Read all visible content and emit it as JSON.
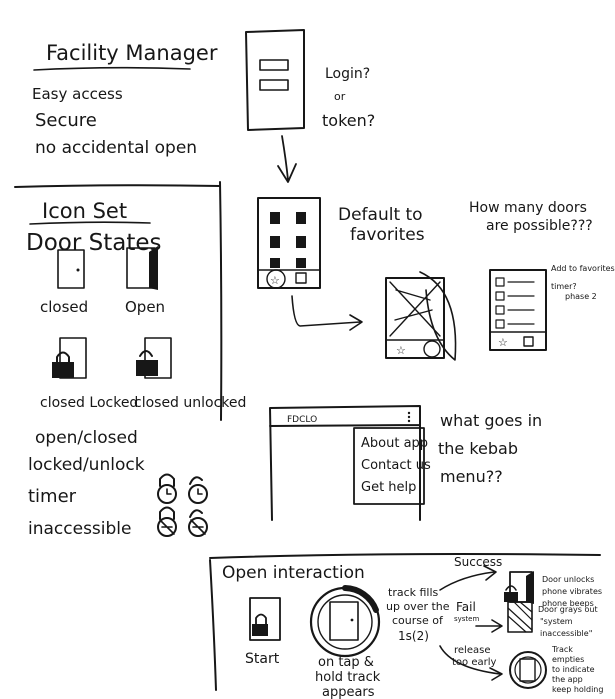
{
  "title": "Facility Manager",
  "goals": [
    "Easy access",
    "Secure",
    "no accidental open"
  ],
  "icon_set": {
    "heading_line1": "Icon Set",
    "heading_line2": "Door States",
    "states": [
      "closed",
      "Open",
      "closed Locked",
      "closed unlocked"
    ],
    "state_list": [
      "open/closed",
      "locked/unlock",
      "timer",
      "inaccessible"
    ]
  },
  "login": {
    "note_line1": "Login?",
    "note_line2": "or",
    "note_line3": "token?"
  },
  "favorites": {
    "note_line1": "Default to",
    "note_line2": "favorites",
    "question_line1": "How many doors",
    "question_line2": "are possible???",
    "side_notes": [
      "Add to favorites",
      "timer?",
      "phase 2"
    ]
  },
  "kebab": {
    "screen_title": "FDCLO",
    "menu_items": [
      "About app",
      "Contact us",
      "Get help"
    ],
    "question_line1": "what goes in",
    "question_line2": "the kebab",
    "question_line3": "menu??"
  },
  "interaction": {
    "heading": "Open interaction",
    "start_label": "Start",
    "tap_label_line1": "on tap &",
    "tap_label_line2": "hold track",
    "tap_label_line3": "appears",
    "fill_note": [
      "track fills",
      "up over the",
      "course of",
      "1s(2)"
    ],
    "success_label": "Success",
    "success_notes": [
      "Door unlocks",
      "phone vibrates",
      "phone beeps"
    ],
    "fail_label_line1": "Fail",
    "fail_label_line2": "system",
    "fail_notes": [
      "Door grays out",
      "\"system",
      "inaccessible\""
    ],
    "release_label_line1": "release",
    "release_label_line2": "too early",
    "release_notes": [
      "Track",
      "empties",
      "to indicate",
      "the app",
      "keep holding"
    ]
  }
}
